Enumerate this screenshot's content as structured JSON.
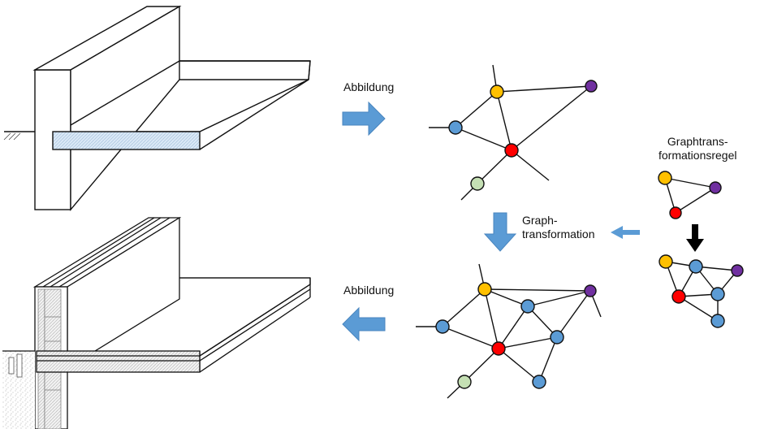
{
  "labels": {
    "abbildung_top": "Abbildung",
    "abbildung_bottom": "Abbildung",
    "graph_transformation": [
      "Graph-",
      "transformation"
    ],
    "graph_transformation_rule": [
      "Graphtrans-",
      "formationsregel"
    ]
  },
  "colors": {
    "node_blue": "#5b9bd5",
    "node_yellow": "#ffc000",
    "node_red": "#ff0000",
    "node_purple": "#7030a0",
    "node_green": "#c5e0b4",
    "arrow_blue": "#5b9bd5",
    "arrow_black": "#000000",
    "slab_fill": "#dae8f6"
  },
  "graphs": {
    "source": {
      "nodes": [
        {
          "id": "y",
          "color": "node_yellow"
        },
        {
          "id": "p",
          "color": "node_purple"
        },
        {
          "id": "b",
          "color": "node_blue"
        },
        {
          "id": "r",
          "color": "node_red"
        },
        {
          "id": "g",
          "color": "node_green"
        }
      ],
      "edges": [
        [
          "y",
          "p"
        ],
        [
          "y",
          "b"
        ],
        [
          "y",
          "r"
        ],
        [
          "p",
          "r"
        ],
        [
          "b",
          "r"
        ],
        [
          "r",
          "g"
        ]
      ]
    },
    "target": {
      "nodes": [
        {
          "id": "y",
          "color": "node_yellow"
        },
        {
          "id": "p",
          "color": "node_purple"
        },
        {
          "id": "b1",
          "color": "node_blue"
        },
        {
          "id": "b2",
          "color": "node_blue"
        },
        {
          "id": "b3",
          "color": "node_blue"
        },
        {
          "id": "b4",
          "color": "node_blue"
        },
        {
          "id": "r",
          "color": "node_red"
        },
        {
          "id": "g",
          "color": "node_green"
        }
      ]
    },
    "rule_left": {
      "nodes": [
        {
          "id": "y",
          "color": "node_yellow"
        },
        {
          "id": "p",
          "color": "node_purple"
        },
        {
          "id": "r",
          "color": "node_red"
        }
      ]
    },
    "rule_right": {
      "nodes": [
        {
          "id": "y",
          "color": "node_yellow"
        },
        {
          "id": "b1",
          "color": "node_blue"
        },
        {
          "id": "p",
          "color": "node_purple"
        },
        {
          "id": "b2",
          "color": "node_blue"
        },
        {
          "id": "r",
          "color": "node_red"
        },
        {
          "id": "b3",
          "color": "node_blue"
        }
      ]
    }
  },
  "icons": {
    "arrow_right": "block-arrow-right-icon",
    "arrow_down": "block-arrow-down-icon",
    "arrow_left": "block-arrow-left-icon",
    "arrow_rule": "black-arrow-down-icon"
  }
}
